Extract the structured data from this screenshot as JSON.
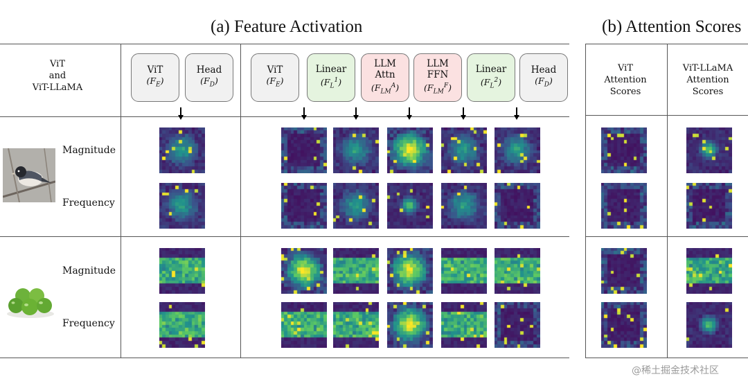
{
  "titles": {
    "feature_activation": "(a) Feature Activation",
    "attention_scores": "(b) Attention Scores"
  },
  "left_header": {
    "line1": "ViT",
    "line2": "and",
    "line3": "ViT-LLaMA"
  },
  "vit_blocks": [
    {
      "name": "ViT",
      "symbol": "(F_E)",
      "color": "gray"
    },
    {
      "name": "Head",
      "symbol": "(F_D)",
      "color": "gray"
    }
  ],
  "llama_blocks": [
    {
      "name": "ViT",
      "symbol": "(F_E)",
      "color": "gray"
    },
    {
      "name": "Linear",
      "symbol": "(F_L^1)",
      "color": "green"
    },
    {
      "name": "LLM",
      "name2": "Attn",
      "symbol": "(F_LM^A)",
      "color": "pink"
    },
    {
      "name": "LLM",
      "name2": "FFN",
      "symbol": "(F_LM^F)",
      "color": "pink"
    },
    {
      "name": "Linear",
      "symbol": "(F_L^2)",
      "color": "green"
    },
    {
      "name": "Head",
      "symbol": "(F_D)",
      "color": "gray"
    }
  ],
  "attention_headers": {
    "vit": [
      "ViT",
      "Attention",
      "Scores"
    ],
    "vit_llama": [
      "ViT-LLaMA",
      "Attention",
      "Scores"
    ]
  },
  "row_labels": {
    "magnitude": "Magnitude",
    "frequency": "Frequency"
  },
  "examples": [
    {
      "image": "bird",
      "description": "small bird perched on a branch"
    },
    {
      "image": "apples",
      "description": "group of green apples"
    }
  ],
  "colormap": "viridis",
  "watermark": "@稀土掘金技术社区"
}
